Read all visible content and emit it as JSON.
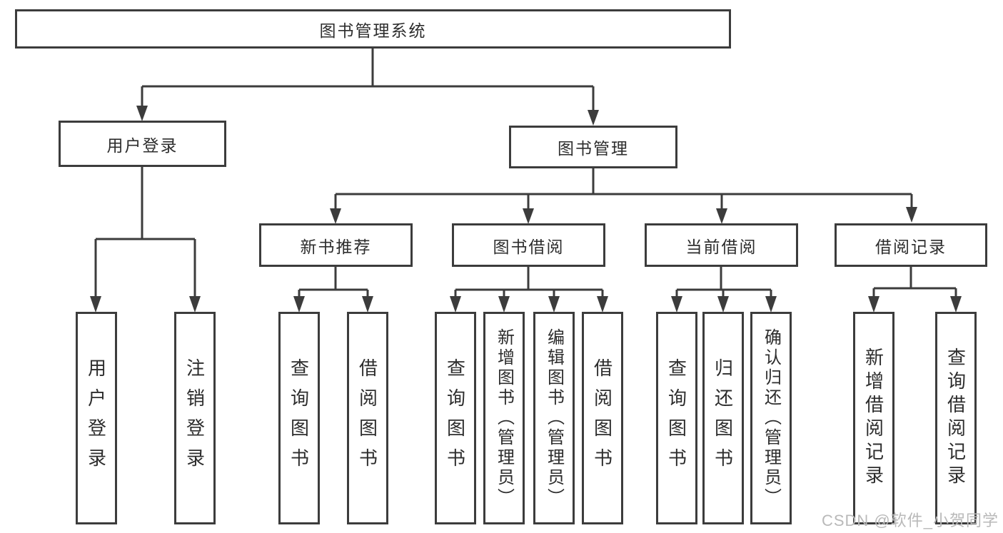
{
  "diagram": {
    "watermark": "CSDN @软件_小贺同学",
    "colors": {
      "line": "#3c3c3c",
      "box_border": "#3c3c3c",
      "box_fill": "#ffffff",
      "text": "#2d2d2d",
      "watermark": "#b9b9b9"
    },
    "tree": {
      "label": "图书管理系统",
      "children": [
        {
          "label": "用户登录",
          "children": [
            {
              "label": "用户登录"
            },
            {
              "label": "注销登录"
            }
          ]
        },
        {
          "label": "图书管理",
          "children": [
            {
              "label": "新书推荐",
              "children": [
                {
                  "label": "查询图书"
                },
                {
                  "label": "借阅图书"
                }
              ]
            },
            {
              "label": "图书借阅",
              "children": [
                {
                  "label": "查询图书"
                },
                {
                  "label": "新增图书（管理员）"
                },
                {
                  "label": "编辑图书（管理员）"
                },
                {
                  "label": "借阅图书"
                }
              ]
            },
            {
              "label": "当前借阅",
              "children": [
                {
                  "label": "查询图书"
                },
                {
                  "label": "归还图书"
                },
                {
                  "label": "确认归还（管理员）"
                }
              ]
            },
            {
              "label": "借阅记录",
              "children": [
                {
                  "label": "新增借阅记录"
                },
                {
                  "label": "查询借阅记录"
                }
              ]
            }
          ]
        }
      ]
    }
  }
}
